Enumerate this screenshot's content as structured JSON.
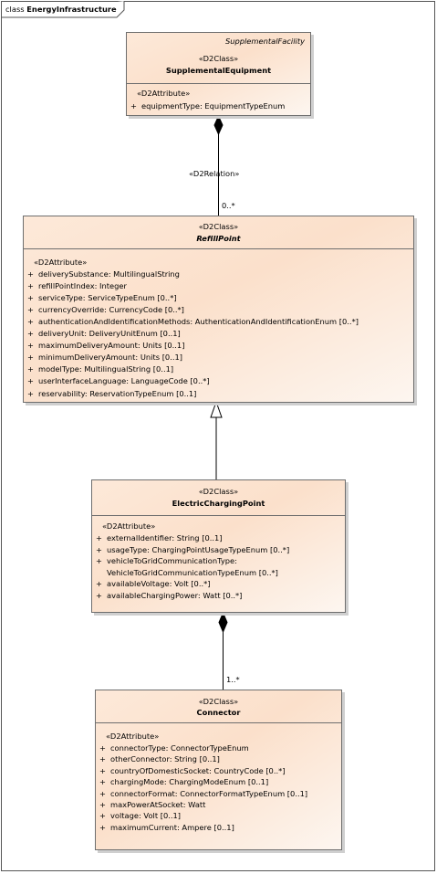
{
  "frame": {
    "prefix": "class",
    "name": "EnergyInfrastructure"
  },
  "classes": {
    "supplemental": {
      "parent": "SupplementalFacility",
      "stereotype": "«D2Class»",
      "name": "SupplementalEquipment",
      "attr_stereotype": "«D2Attribute»",
      "attributes": [
        "equipmentType: EquipmentTypeEnum"
      ]
    },
    "refill": {
      "stereotype": "«D2Class»",
      "name": "RefillPoint",
      "abstract": true,
      "attr_stereotype": "«D2Attribute»",
      "attributes": [
        "deliverySubstance: MultilingualString",
        "refillPointIndex: Integer",
        "serviceType: ServiceTypeEnum [0..*]",
        "currencyOverride: CurrencyCode [0..*]",
        "authenticationAndIdentificationMethods: AuthenticationAndIdentificationEnum [0..*]",
        "deliveryUnit: DeliveryUnitEnum [0..1]",
        "maximumDeliveryAmount: Units [0..1]",
        "minimumDeliveryAmount: Units [0..1]",
        "modelType: MultilingualString [0..1]",
        "userInterfaceLanguage: LanguageCode [0..*]",
        "reservability: ReservationTypeEnum [0..1]"
      ]
    },
    "electric": {
      "stereotype": "«D2Class»",
      "name": "ElectricChargingPoint",
      "attr_stereotype": "«D2Attribute»",
      "attributes": [
        "externalIdentifier: String [0..1]",
        "usageType: ChargingPointUsageTypeEnum [0..*]",
        "vehicleToGridCommunicationType:",
        "VehicleToGridCommunicationTypeEnum [0..*]",
        "availableVoltage: Volt [0..*]",
        "availableChargingPower: Watt [0..*]"
      ]
    },
    "connector": {
      "stereotype": "«D2Class»",
      "name": "Connector",
      "attr_stereotype": "«D2Attribute»",
      "attributes": [
        "connectorType: ConnectorTypeEnum",
        "otherConnector: String [0..1]",
        "countryOfDomesticSocket: CountryCode [0..*]",
        "chargingMode: ChargingModeEnum [0..1]",
        "connectorFormat: ConnectorFormatTypeEnum [0..1]",
        "maxPowerAtSocket: Watt",
        "voltage: Volt [0..1]",
        "maximumCurrent: Ampere [0..1]"
      ]
    }
  },
  "relations": {
    "supplemental_refill": {
      "stereotype": "«D2Relation»",
      "multiplicity": "0..*",
      "kind": "composition"
    },
    "electric_refill": {
      "kind": "generalization"
    },
    "electric_connector": {
      "multiplicity": "1..*",
      "kind": "composition"
    }
  },
  "visibility_symbol": "+",
  "colors": {
    "class_fill": "#fbe0cb",
    "border": "#6e6e6e",
    "line": "#000000"
  }
}
